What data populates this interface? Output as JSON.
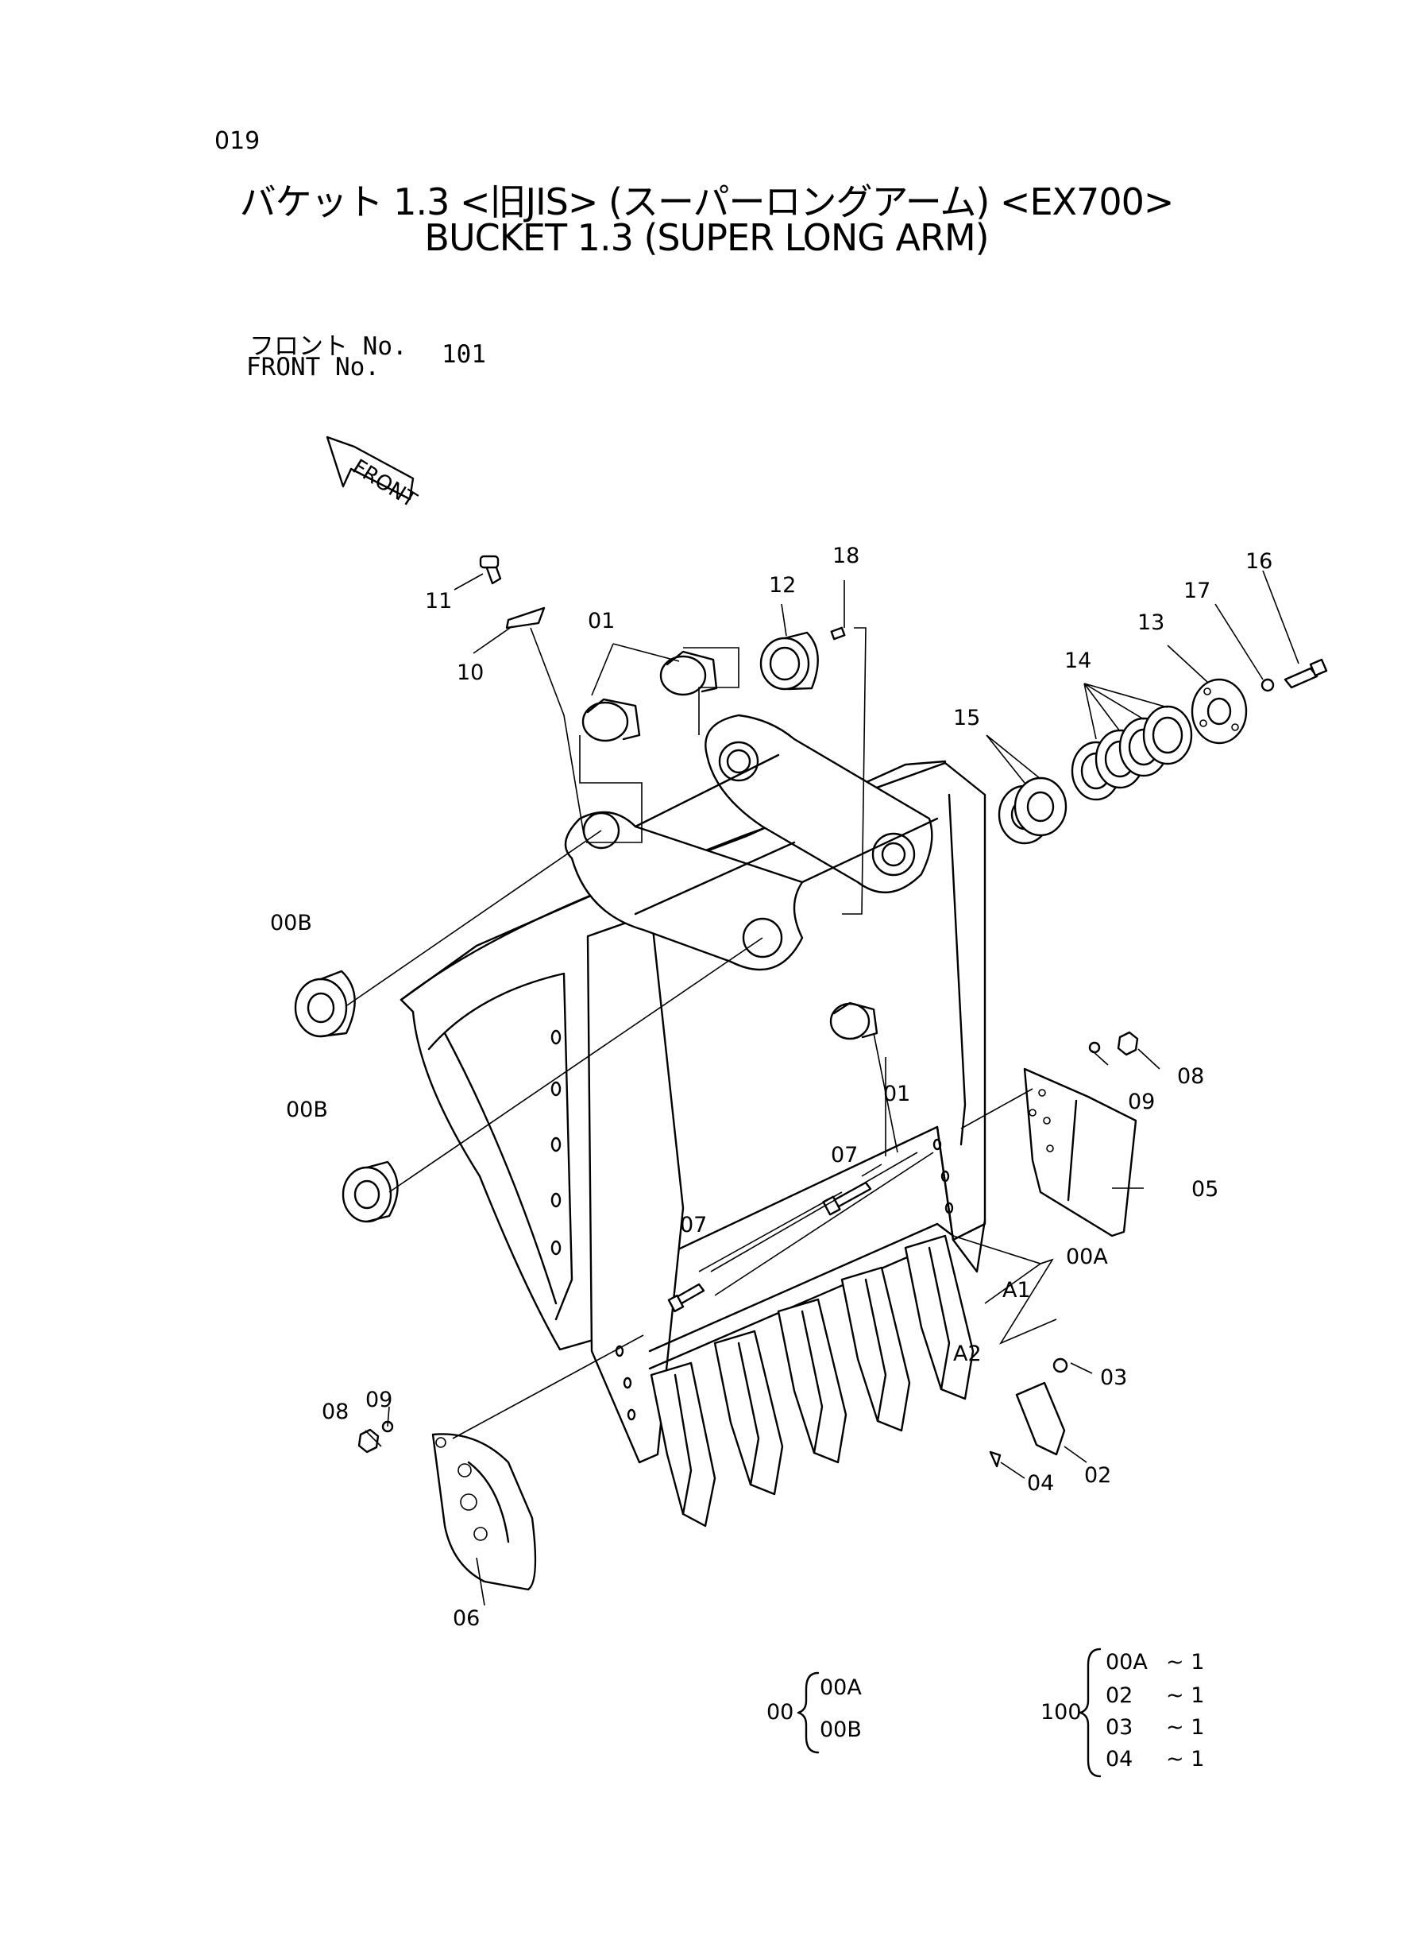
{
  "page_number": "019",
  "title_jp": "バケット 1.3 <旧JIS> (スーパーロングアーム) <EX700>",
  "title_en": "BUCKET 1.3 (SUPER LONG ARM)",
  "front_label_jp": "フロント No.",
  "front_label_en": "FRONT No.",
  "front_number": "101",
  "front_arrow_text": "FRONT",
  "part_labels": {
    "p11": "11",
    "p10": "10",
    "p01a": "01",
    "p12": "12",
    "p18": "18",
    "p16": "16",
    "p17": "17",
    "p13": "13",
    "p14": "14",
    "p15": "15",
    "p00b_top": "00B",
    "p00b_bottom": "00B",
    "p01b": "01",
    "p07a": "07",
    "p07b": "07",
    "p08r": "08",
    "p09r": "09",
    "p05": "05",
    "p00a": "00A",
    "pA1": "A1",
    "pA2": "A2",
    "p03": "03",
    "p02": "02",
    "p04": "04",
    "p08l": "08",
    "p09l": "09",
    "p06": "06"
  },
  "assembly_00": {
    "label": "00",
    "items": [
      "00A",
      "00B"
    ]
  },
  "assembly_100": {
    "label": "100",
    "items": [
      {
        "part": "00A",
        "qty": "~ 1"
      },
      {
        "part": "02",
        "qty": "~ 1"
      },
      {
        "part": "03",
        "qty": "~ 1"
      },
      {
        "part": "04",
        "qty": "~ 1"
      }
    ]
  }
}
